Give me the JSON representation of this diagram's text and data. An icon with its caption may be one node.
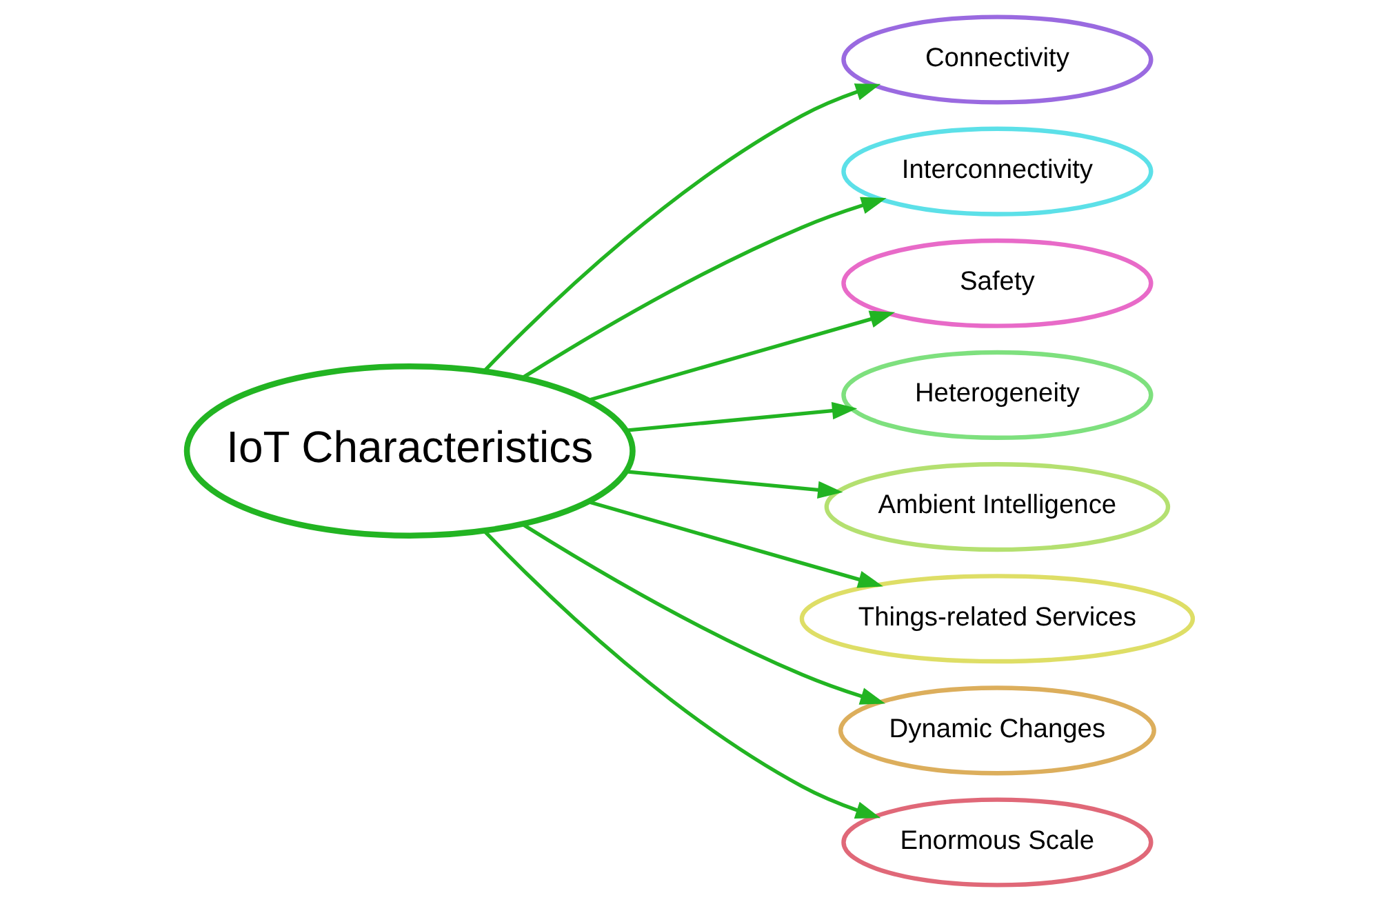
{
  "diagram": {
    "nodes": [
      {
        "text": [
          "IoT Characteristics"
        ]
      },
      {
        "text": [
          "Connectivity"
        ]
      },
      {
        "text": [
          "Interconnectivity"
        ]
      },
      {
        "text": [
          "Safety"
        ]
      },
      {
        "text": [
          "Heterogeneity"
        ]
      },
      {
        "text": [
          "Ambient Intelligence"
        ]
      },
      {
        "text": [
          "Things-related Services"
        ]
      },
      {
        "text": [
          "Dynamic Changes"
        ]
      },
      {
        "text": [
          "Enormous Scale"
        ]
      }
    ],
    "edges": [
      {
        "from": 0,
        "to": 1,
        "arrow": "to"
      },
      {
        "from": 0,
        "to": 2,
        "arrow": "to"
      },
      {
        "from": 0,
        "to": 3,
        "arrow": "to"
      },
      {
        "from": 0,
        "to": 4,
        "arrow": "to"
      },
      {
        "from": 0,
        "to": 5,
        "arrow": "to"
      },
      {
        "from": 0,
        "to": 6,
        "arrow": "to"
      },
      {
        "from": 0,
        "to": 7,
        "arrow": "to"
      },
      {
        "from": 0,
        "to": 8,
        "arrow": "to"
      }
    ]
  }
}
